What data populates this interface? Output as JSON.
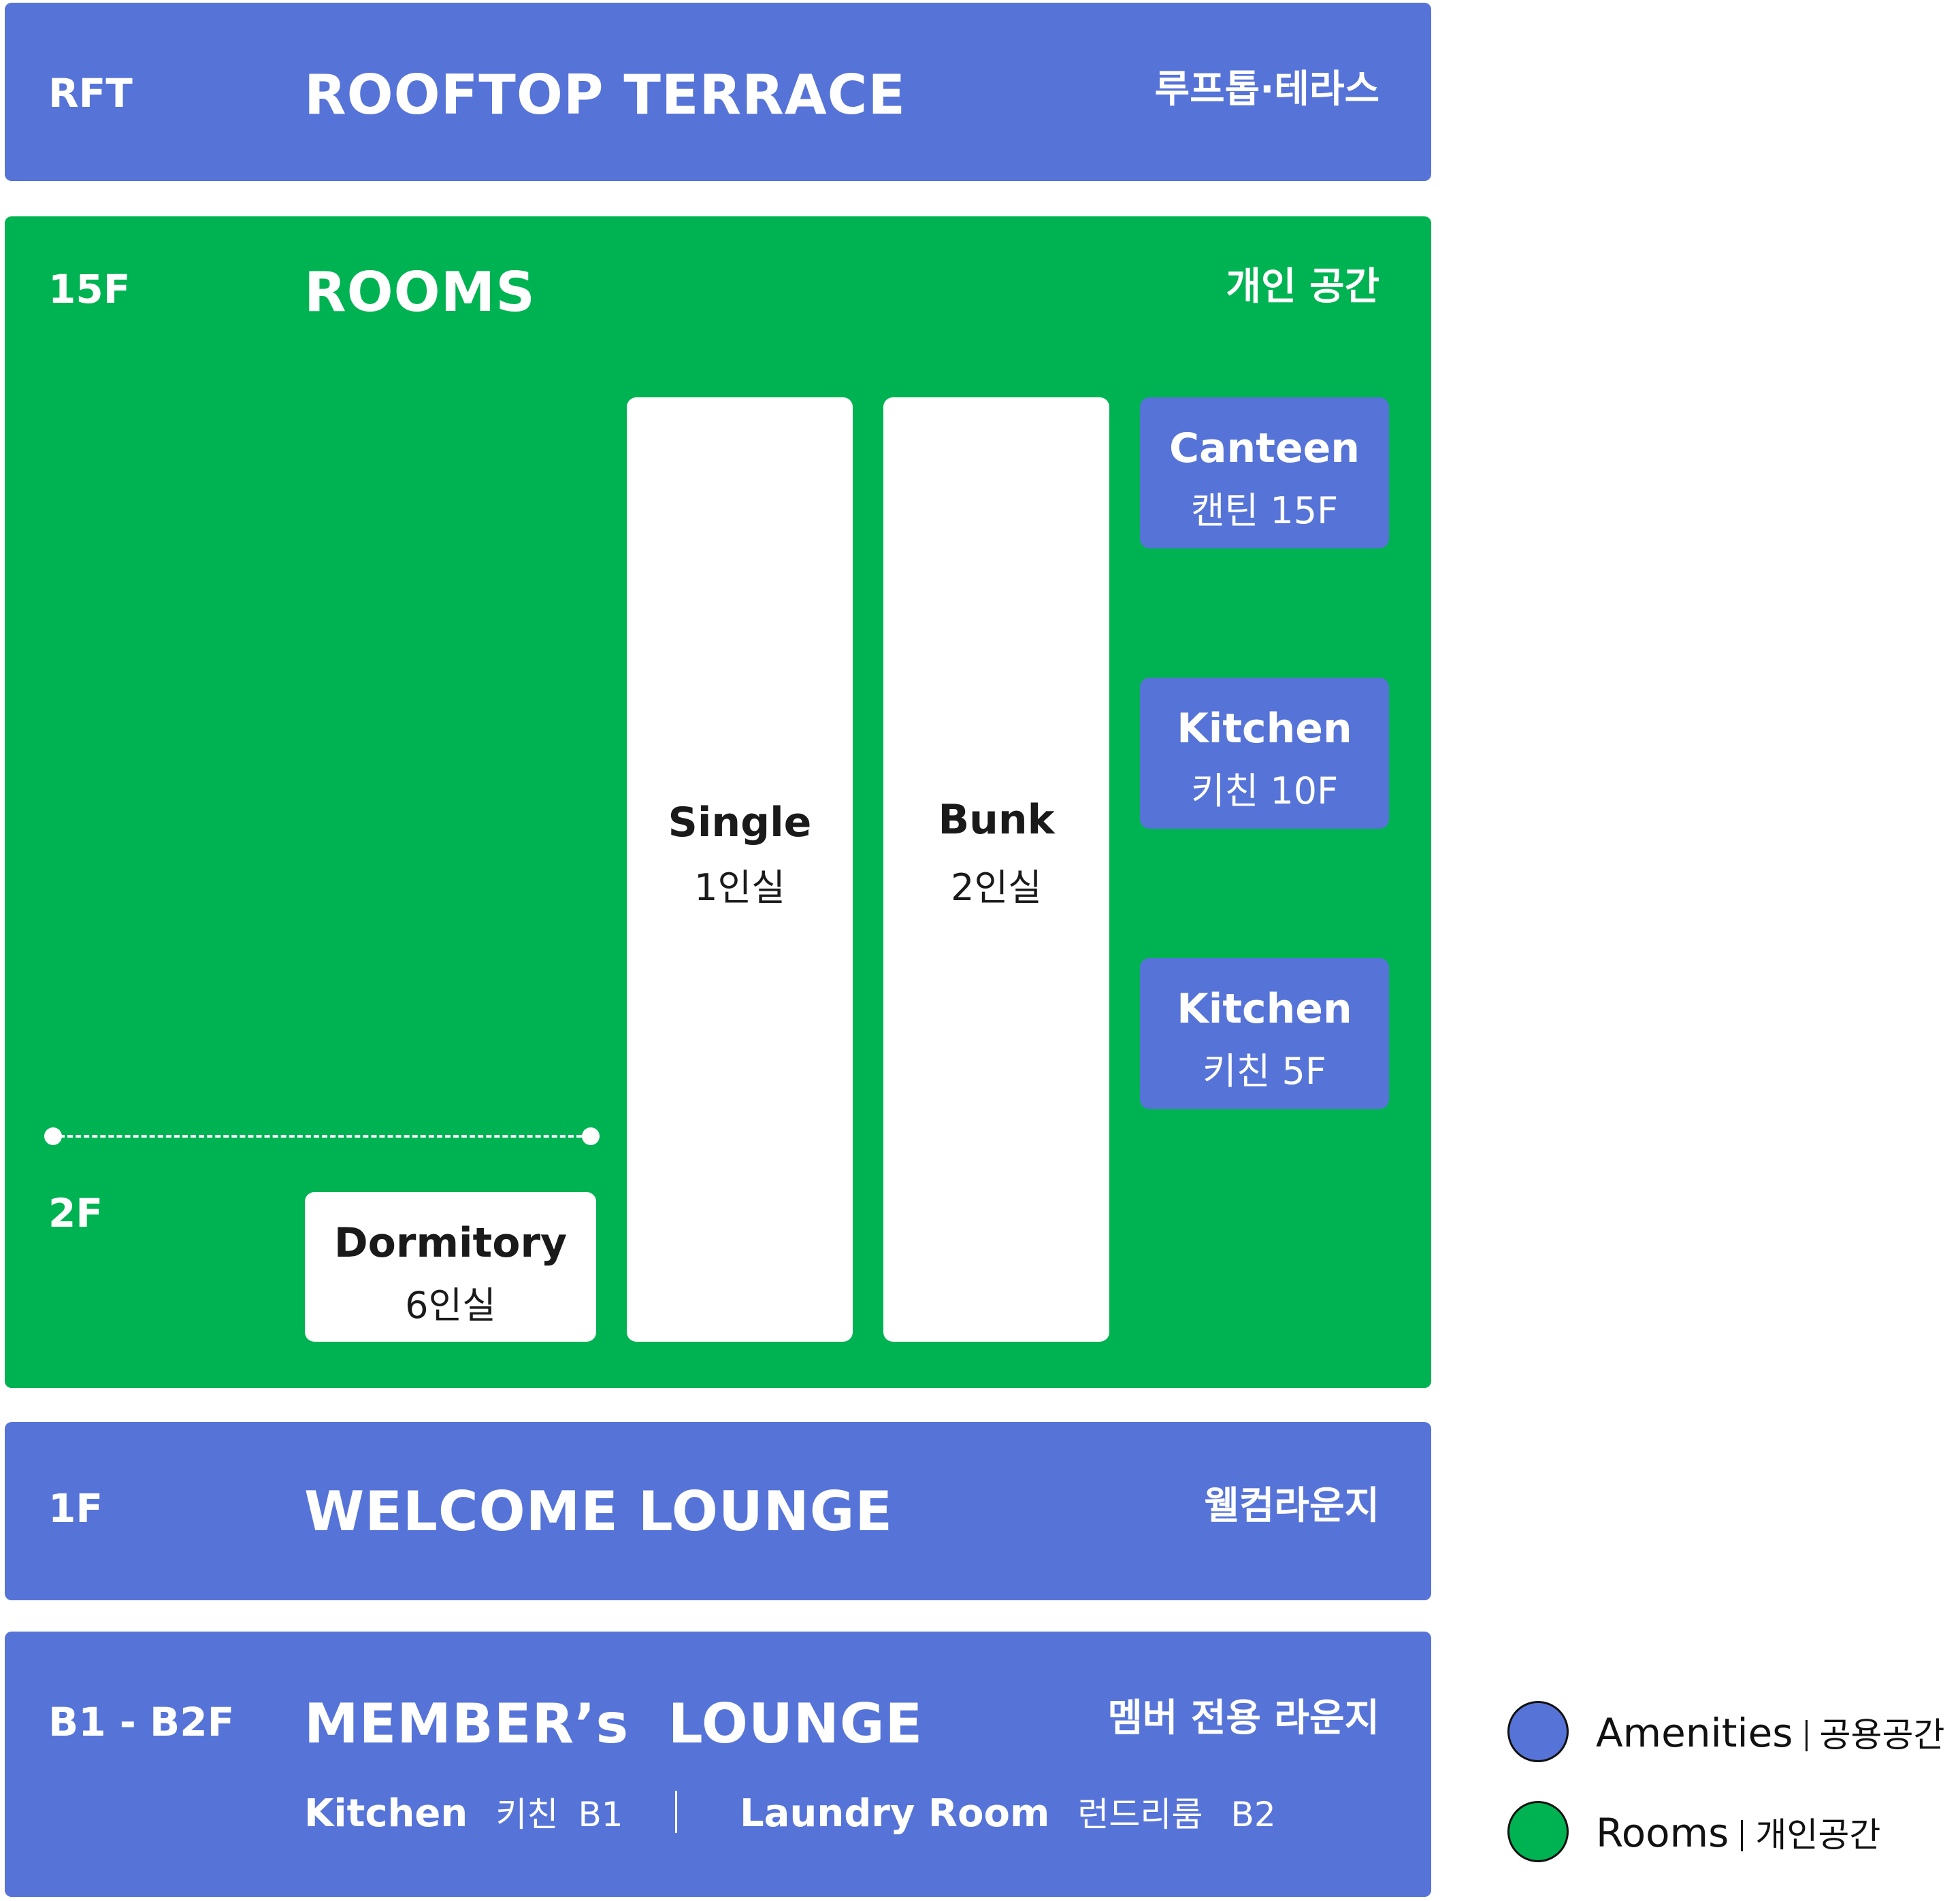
{
  "colors": {
    "amenities": "#5673d8",
    "rooms": "#00b352",
    "card": "#ffffff"
  },
  "rooftop": {
    "floor": "RFT",
    "title": "ROOFTOP TERRACE",
    "korean": "루프톱·테라스"
  },
  "rooms": {
    "floor_top": "15F",
    "title": "ROOMS",
    "korean": "개인 공간",
    "floor_bottom": "2F",
    "cards": [
      {
        "en": "Dormitory",
        "ko": "6인실"
      },
      {
        "en": "Single",
        "ko": "1인실"
      },
      {
        "en": "Bunk",
        "ko": "2인실"
      }
    ],
    "amenities": [
      {
        "en": "Canteen",
        "ko": "캔틴 15F"
      },
      {
        "en": "Kitchen",
        "ko": "키친 10F"
      },
      {
        "en": "Kitchen",
        "ko": "키친 5F"
      }
    ]
  },
  "welcome": {
    "floor": "1F",
    "title": "WELCOME LOUNGE",
    "korean": "웰컴라운지"
  },
  "member": {
    "floor": "B1 - B2F",
    "title": "MEMBER’s  LOUNGE",
    "korean": "멤버 전용 라운지",
    "kitchen_en": "Kitchen",
    "kitchen_ko": "키친",
    "kitchen_floor": "B1",
    "laundry_en": "Laundry Room",
    "laundry_ko": "런드리룸",
    "laundry_floor": "B2"
  },
  "legend": [
    {
      "en": "Amenities",
      "ko": "공용공간",
      "color": "#5673d8"
    },
    {
      "en": "Rooms",
      "ko": "개인공간",
      "color": "#00b352"
    }
  ]
}
